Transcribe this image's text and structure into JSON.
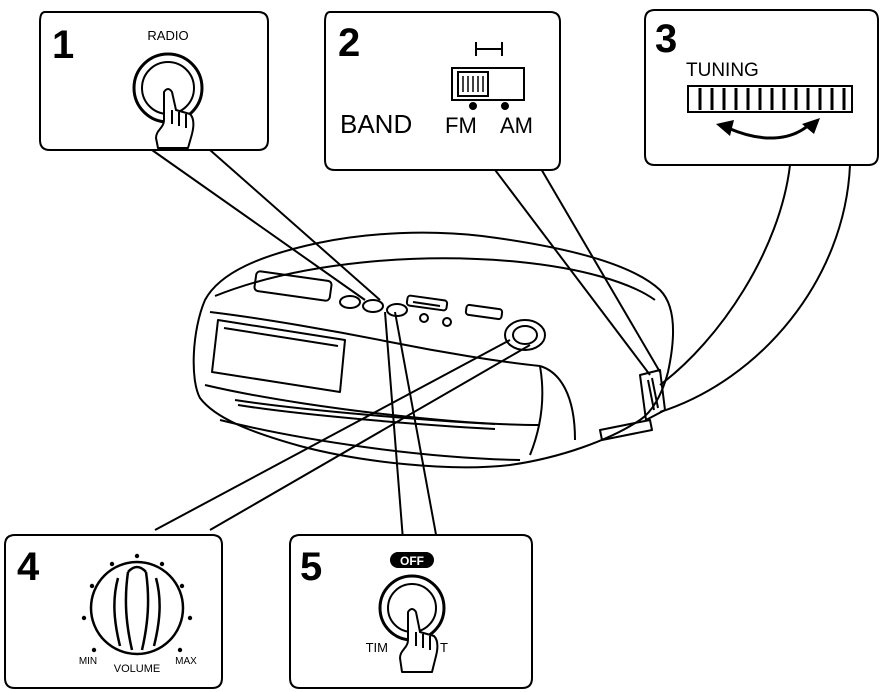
{
  "panels": [
    {
      "number": "1",
      "label": "RADIO"
    },
    {
      "number": "2",
      "band_label": "BAND",
      "fm_label": "FM",
      "am_label": "AM"
    },
    {
      "number": "3",
      "label": "TUNING"
    },
    {
      "number": "4",
      "min_label": "MIN",
      "volume_label": "VOLUME",
      "max_label": "MAX"
    },
    {
      "number": "5",
      "off_label": "OFF",
      "timer_label_left": "TIM",
      "timer_label_right": "T"
    }
  ]
}
